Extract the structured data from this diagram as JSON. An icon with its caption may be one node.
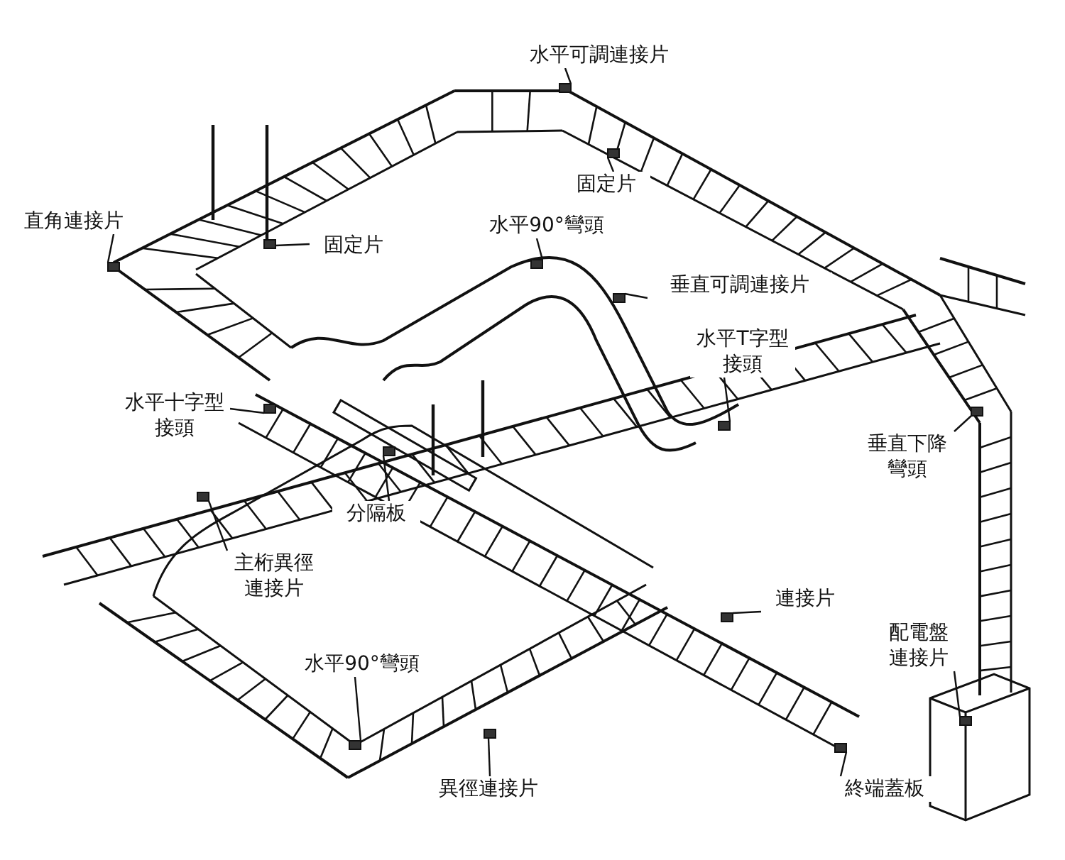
{
  "diagram": {
    "nodes": [
      {
        "text": [
          "水平可調連接片"
        ]
      },
      {
        "text": [
          "固定片"
        ]
      },
      {
        "text": [
          "直角連接片"
        ]
      },
      {
        "text": [
          "水平90°彎頭"
        ]
      },
      {
        "text": [
          "固定片"
        ]
      },
      {
        "text": [
          "垂直可調連接片"
        ]
      },
      {
        "text": [
          "水平T字型接頭"
        ]
      },
      {
        "text": [
          "水平十字型接頭"
        ]
      },
      {
        "text": [
          "垂直下降彎頭"
        ]
      },
      {
        "text": [
          "分隔板"
        ]
      },
      {
        "text": [
          "主桁異徑連接片"
        ]
      },
      {
        "text": [
          "連接片"
        ]
      },
      {
        "text": [
          "水平90°彎頭"
        ]
      },
      {
        "text": [
          "配電盤連接片"
        ]
      },
      {
        "text": [
          "異徑連接片"
        ]
      },
      {
        "text": [
          "終端蓋板"
        ]
      },
      {
        "text": [],
        "shape": "box"
      },
      {
        "text": [],
        "shape": "box"
      },
      {
        "text": [],
        "shape": "box"
      },
      {
        "text": [],
        "shape": "box"
      },
      {
        "text": [],
        "shape": "box"
      },
      {
        "text": [],
        "shape": "box"
      },
      {
        "text": [],
        "shape": "box"
      },
      {
        "text": [],
        "shape": "box"
      },
      {
        "text": [],
        "shape": "box"
      },
      {
        "text": [],
        "shape": "box"
      },
      {
        "text": [],
        "shape": "box"
      },
      {
        "text": [],
        "shape": "box"
      },
      {
        "text": [],
        "shape": "box"
      },
      {
        "text": [],
        "shape": "box"
      },
      {
        "text": [],
        "shape": "box"
      },
      {
        "text": [],
        "shape": "box"
      }
    ],
    "edges": [
      {
        "from": 0,
        "to": 16,
        "arrow": "none"
      },
      {
        "from": 1,
        "to": 17,
        "arrow": "none"
      },
      {
        "from": 2,
        "to": 18,
        "arrow": "none"
      },
      {
        "from": 3,
        "to": 19,
        "arrow": "none"
      },
      {
        "from": 4,
        "to": 20,
        "arrow": "none"
      },
      {
        "from": 5,
        "to": 21,
        "arrow": "none"
      },
      {
        "from": 6,
        "to": 22,
        "arrow": "none"
      },
      {
        "from": 7,
        "to": 23,
        "arrow": "none"
      },
      {
        "from": 8,
        "to": 24,
        "arrow": "none"
      },
      {
        "from": 9,
        "to": 25,
        "arrow": "none"
      },
      {
        "from": 10,
        "to": 26,
        "arrow": "none"
      },
      {
        "from": 11,
        "to": 27,
        "arrow": "none"
      },
      {
        "from": 12,
        "to": 28,
        "arrow": "none"
      },
      {
        "from": 13,
        "to": 29,
        "arrow": "none"
      },
      {
        "from": 14,
        "to": 30,
        "arrow": "none"
      },
      {
        "from": 15,
        "to": 31,
        "arrow": "none"
      }
    ]
  }
}
